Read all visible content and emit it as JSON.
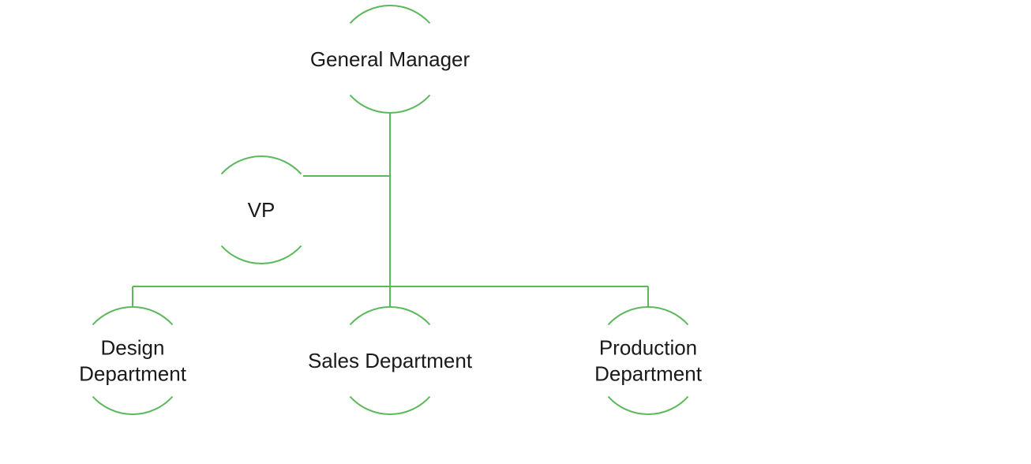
{
  "diagram": {
    "type": "organization-chart",
    "line_color": "#5cb85c",
    "text_color": "#1a1a1a",
    "background": "#ffffff",
    "nodes": [
      {
        "id": "general-manager",
        "lines": [
          "General Manager"
        ],
        "parent": null,
        "role": "root"
      },
      {
        "id": "vp",
        "lines": [
          "VP"
        ],
        "parent": "general-manager",
        "role": "assistant"
      },
      {
        "id": "design-department",
        "lines": [
          "Design",
          "Department"
        ],
        "parent": "general-manager",
        "role": "subordinate"
      },
      {
        "id": "sales-department",
        "lines": [
          "Sales Department"
        ],
        "parent": "general-manager",
        "role": "subordinate"
      },
      {
        "id": "production-department",
        "lines": [
          "Production",
          "Department"
        ],
        "parent": "general-manager",
        "role": "subordinate"
      }
    ]
  }
}
